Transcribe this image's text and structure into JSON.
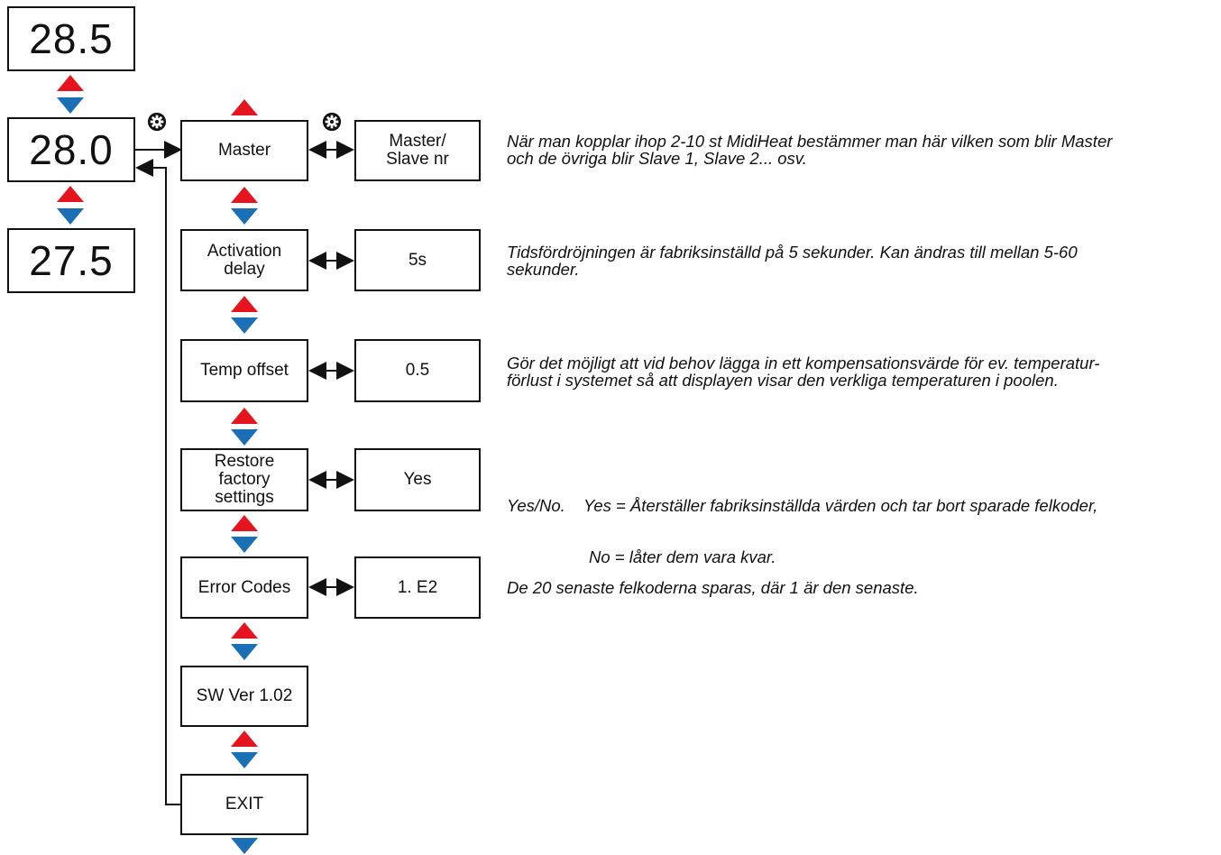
{
  "temperatures": [
    "28.5",
    "28.0",
    "27.5"
  ],
  "menu": [
    {
      "label": "Master",
      "value": "Master/\nSlave nr",
      "description": [
        "När man kopplar ihop 2-10 st MidiHeat bestämmer man här vilken som blir Master",
        "och de övriga blir Slave 1, Slave 2... osv."
      ]
    },
    {
      "label": "Activation\ndelay",
      "value": "5s",
      "description": [
        "Tidsfördröjningen är fabriksinställd på 5 sekunder. Kan ändras till mellan 5-60",
        "sekunder."
      ]
    },
    {
      "label": "Temp offset",
      "value": "0.5",
      "description": [
        "Gör det möjligt att vid behov lägga in ett kompensationsvärde för ev. temperatur-",
        "förlust i systemet så att displayen visar den verkliga temperaturen i poolen."
      ]
    },
    {
      "label": "Restore\nfactory\nsettings",
      "value": "Yes",
      "description": [
        "Yes/No.    Yes = Återställer fabriksinställda värden och tar bort sparade felkoder,",
        "No = låter dem vara kvar."
      ]
    },
    {
      "label": "Error Codes",
      "value": "1. E2",
      "description": [
        "De 20 senaste felkoderna sparas, där 1 är den senaste."
      ]
    },
    {
      "label": "SW Ver 1.02"
    },
    {
      "label": "EXIT"
    }
  ],
  "colors": {
    "up_arrow": "#e5141f",
    "down_arrow": "#1a6fb5",
    "line": "#111111"
  },
  "icons": {
    "settings": "gear-icon",
    "up": "triangle-up-icon",
    "down": "triangle-down-icon"
  }
}
